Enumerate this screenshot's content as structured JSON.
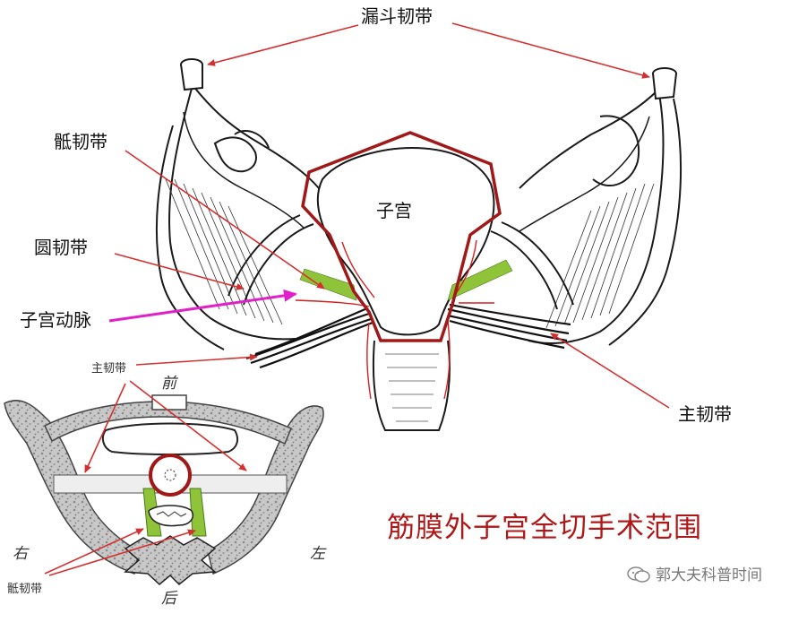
{
  "labels": {
    "infundibulopelvic": "漏斗韧带",
    "uterosacral": "骶韧带",
    "round": "圆韧带",
    "uterine_artery": "子宫动脉",
    "cardinal": "主韧带",
    "uterus": "子宫"
  },
  "inset": {
    "cardinal": "主韧带",
    "uterosacral": "骶韧带",
    "front": "前",
    "back": "后",
    "right": "右",
    "left": "左"
  },
  "title": "筋膜外子宫全切手术范围",
  "watermark": "郭大夫科普时间",
  "colors": {
    "outline": "#1a1a1a",
    "resection": "#a01818",
    "vessels": "#d42020",
    "arrow": "#d43030",
    "artery_arrow": "#e020c8",
    "ligament_green": "#8fc43a",
    "title": "#b01818"
  }
}
